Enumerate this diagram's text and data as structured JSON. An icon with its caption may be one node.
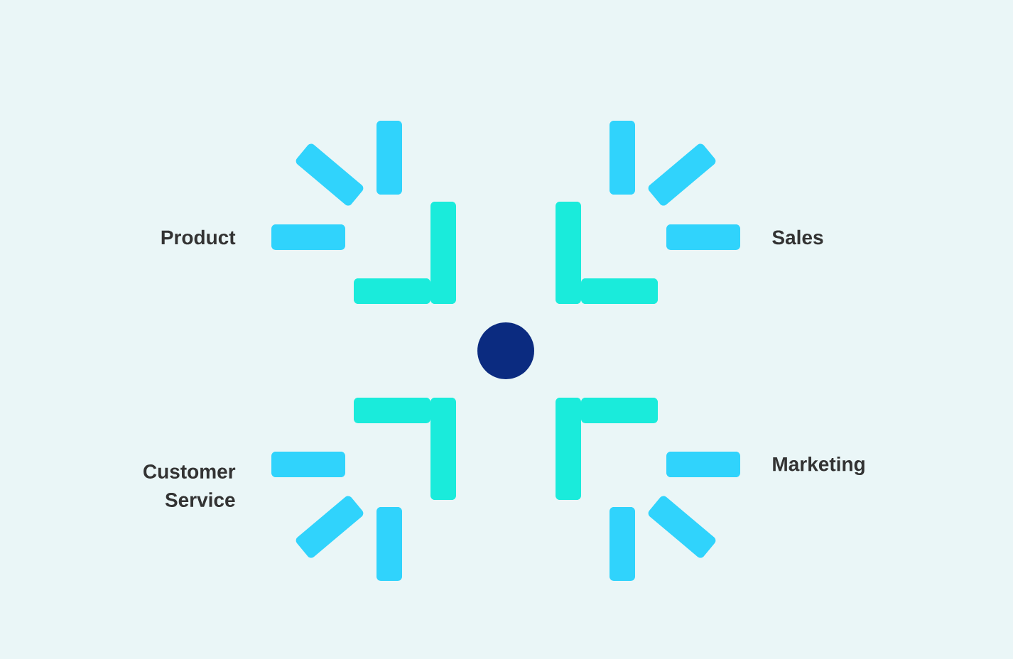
{
  "diagram": {
    "labels": [
      "Product",
      "Sales",
      "Customer Service",
      "Marketing"
    ]
  }
}
